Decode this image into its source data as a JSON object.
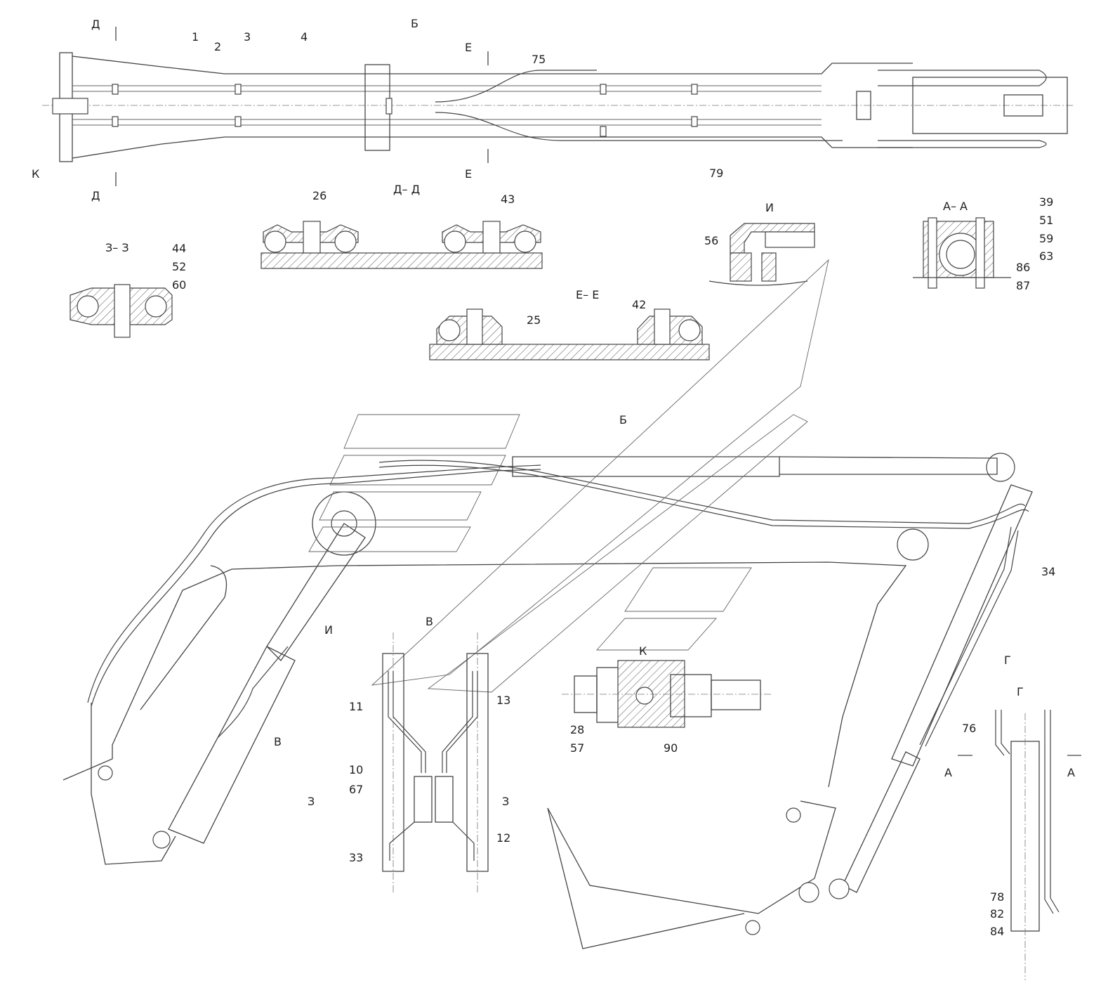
{
  "views": {
    "top": "Б",
    "dd": "Д– Д",
    "zz": "З– З",
    "ee": "Е– Е",
    "aa": "А– А",
    "i": "И",
    "v": "В",
    "k": "К",
    "g": "Г"
  },
  "markers": {
    "d": "Д",
    "e": "Е",
    "b": "Б",
    "i": "И",
    "v": "В",
    "k": "К",
    "g": "Г",
    "a": "А",
    "z": "З"
  },
  "callouts": {
    "c1": "1",
    "c2": "2",
    "c3": "3",
    "c4": "4",
    "c75": "75",
    "c79": "79",
    "c26": "26",
    "c43": "43",
    "c44": "44",
    "c52": "52",
    "c60": "60",
    "c25": "25",
    "c42": "42",
    "c56": "56",
    "c39": "39",
    "c51": "51",
    "c59": "59",
    "c63": "63",
    "c86": "86",
    "c87": "87",
    "c34": "34",
    "c11": "11",
    "c13": "13",
    "c10": "10",
    "c67": "67",
    "c12": "12",
    "c33": "33",
    "c28": "28",
    "c57": "57",
    "c90": "90",
    "c76": "76",
    "c78": "78",
    "c82": "82",
    "c84": "84"
  }
}
